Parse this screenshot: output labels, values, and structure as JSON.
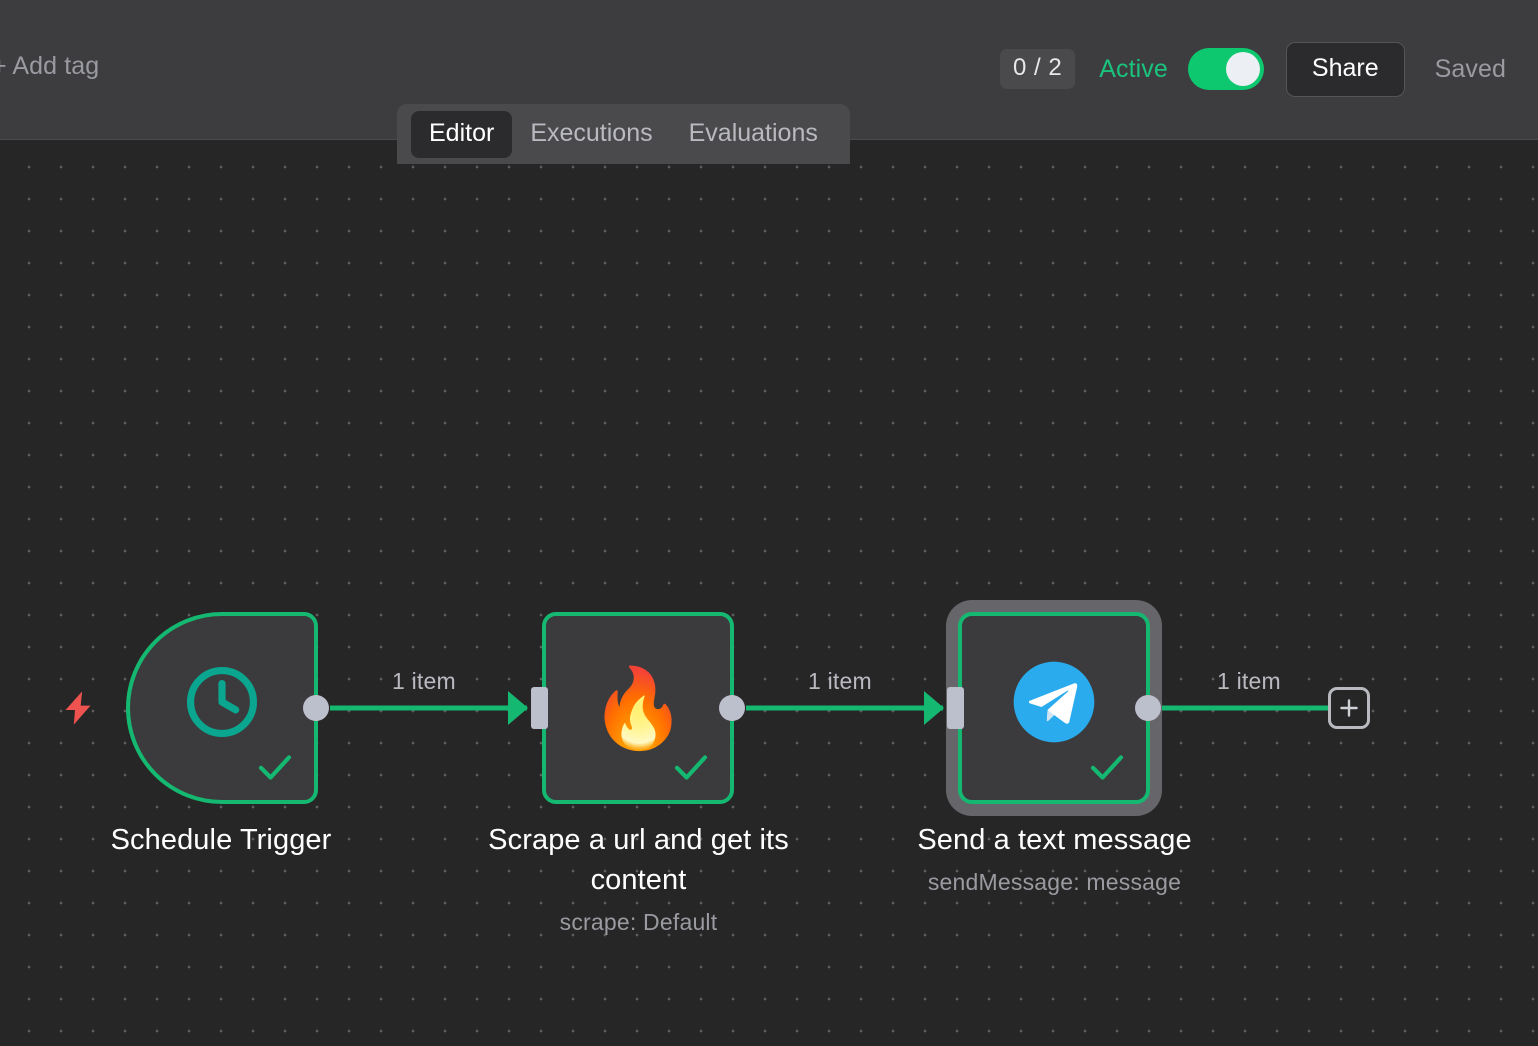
{
  "header": {
    "add_tag_label": "+ Add tag",
    "execution_count": "0 / 2",
    "active_label": "Active",
    "active_toggle_on": true,
    "share_label": "Share",
    "saved_label": "Saved",
    "accent_green": "#0ec86f",
    "active_text_color": "#19c37d"
  },
  "tabs": {
    "items": [
      {
        "label": "Editor",
        "active": true
      },
      {
        "label": "Executions",
        "active": false
      },
      {
        "label": "Evaluations",
        "active": false
      }
    ]
  },
  "canvas": {
    "background_color": "#262626",
    "grid_dot_color": "#5d5d5d",
    "trigger_bolt_color": "#ef5350",
    "node_border_color": "#14b871",
    "node_fill_color": "#3b3b3d",
    "connector_color": "#14b871",
    "endpoint_color": "#bcc0cc"
  },
  "nodes": [
    {
      "id": "schedule-trigger",
      "title": "Schedule Trigger",
      "subtitle": "",
      "icon": "clock-icon",
      "icon_color": "#0aa68f",
      "is_trigger": true,
      "selected": false,
      "status": "success"
    },
    {
      "id": "firecrawl-scrape",
      "title": "Scrape a url and get its content",
      "subtitle": "scrape: Default",
      "icon": "fire-icon",
      "icon_glyph": "🔥",
      "is_trigger": false,
      "selected": false,
      "status": "success"
    },
    {
      "id": "telegram-send",
      "title": "Send a text message",
      "subtitle": "sendMessage: message",
      "icon": "telegram-icon",
      "icon_color": "#2AABEE",
      "is_trigger": false,
      "selected": true,
      "status": "success"
    }
  ],
  "connections": [
    {
      "from": "schedule-trigger",
      "to": "firecrawl-scrape",
      "label": "1 item"
    },
    {
      "from": "firecrawl-scrape",
      "to": "telegram-send",
      "label": "1 item"
    },
    {
      "from": "telegram-send",
      "to": "add-node",
      "label": "1 item"
    }
  ],
  "add_node_button": {
    "icon": "plus-icon",
    "label": "+"
  }
}
